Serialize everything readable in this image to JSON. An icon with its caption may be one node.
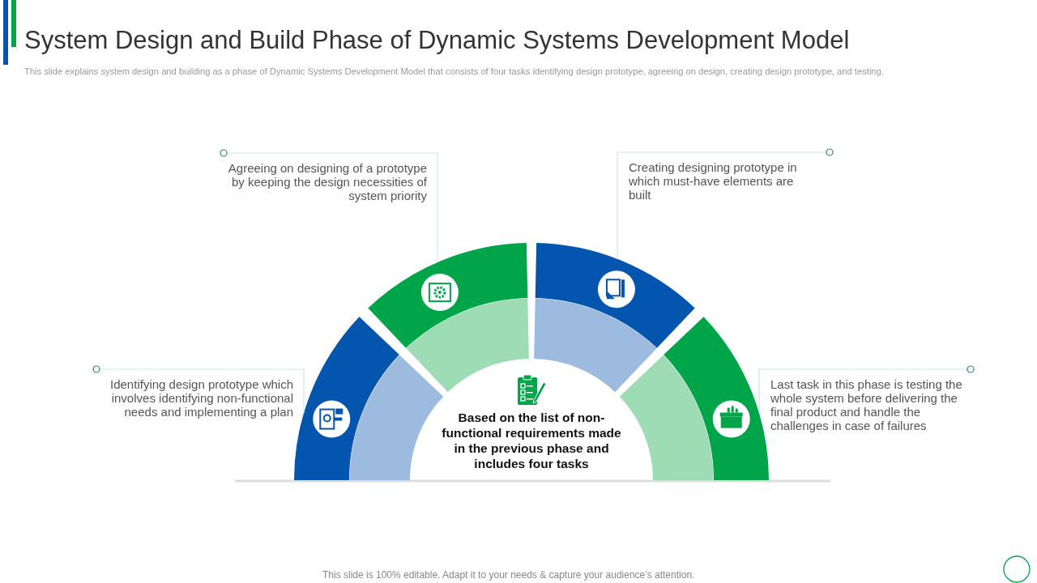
{
  "diagram": {
    "title": "System Design and Build Phase of Dynamic Systems Development Model",
    "nodes": [
      {
        "text": [
          "Agreeing on designing of a prototype by keeping the design necessities of system priority"
        ]
      },
      {
        "text": [
          "Creating designing prototype in which must-have elements are built"
        ]
      },
      {
        "text": [
          "Identifying design prototype which involves identifying non-functional needs and implementing a plan"
        ]
      },
      {
        "text": [
          "Last task in this phase is testing the whole system before delivering the final product and handle the challenges in case of failures"
        ]
      },
      {
        "text": [],
        "shape": "arc"
      },
      {
        "text": [],
        "shape": "arc"
      },
      {
        "text": [],
        "shape": "arc"
      },
      {
        "text": [],
        "shape": "arc"
      },
      {
        "text": [
          "Based on the list of non-functional requirements made in the previous phase and includes four tasks"
        ]
      }
    ],
    "edges": [
      {
        "from": 0,
        "to": 5,
        "arrow": "other"
      },
      {
        "from": 1,
        "to": 6,
        "arrow": "other"
      },
      {
        "from": 2,
        "to": 4,
        "arrow": "other"
      },
      {
        "from": 3,
        "to": 7,
        "arrow": "other"
      }
    ],
    "labels": [
      "This slide explains system design and building as a phase of Dynamic Systems Development Model that consists of four tasks identifying design prototype, agreeing on design, creating design prototype, and testing.",
      "This slide is 100% editable. Adapt it to your needs & capture your audience’s attention."
    ]
  }
}
